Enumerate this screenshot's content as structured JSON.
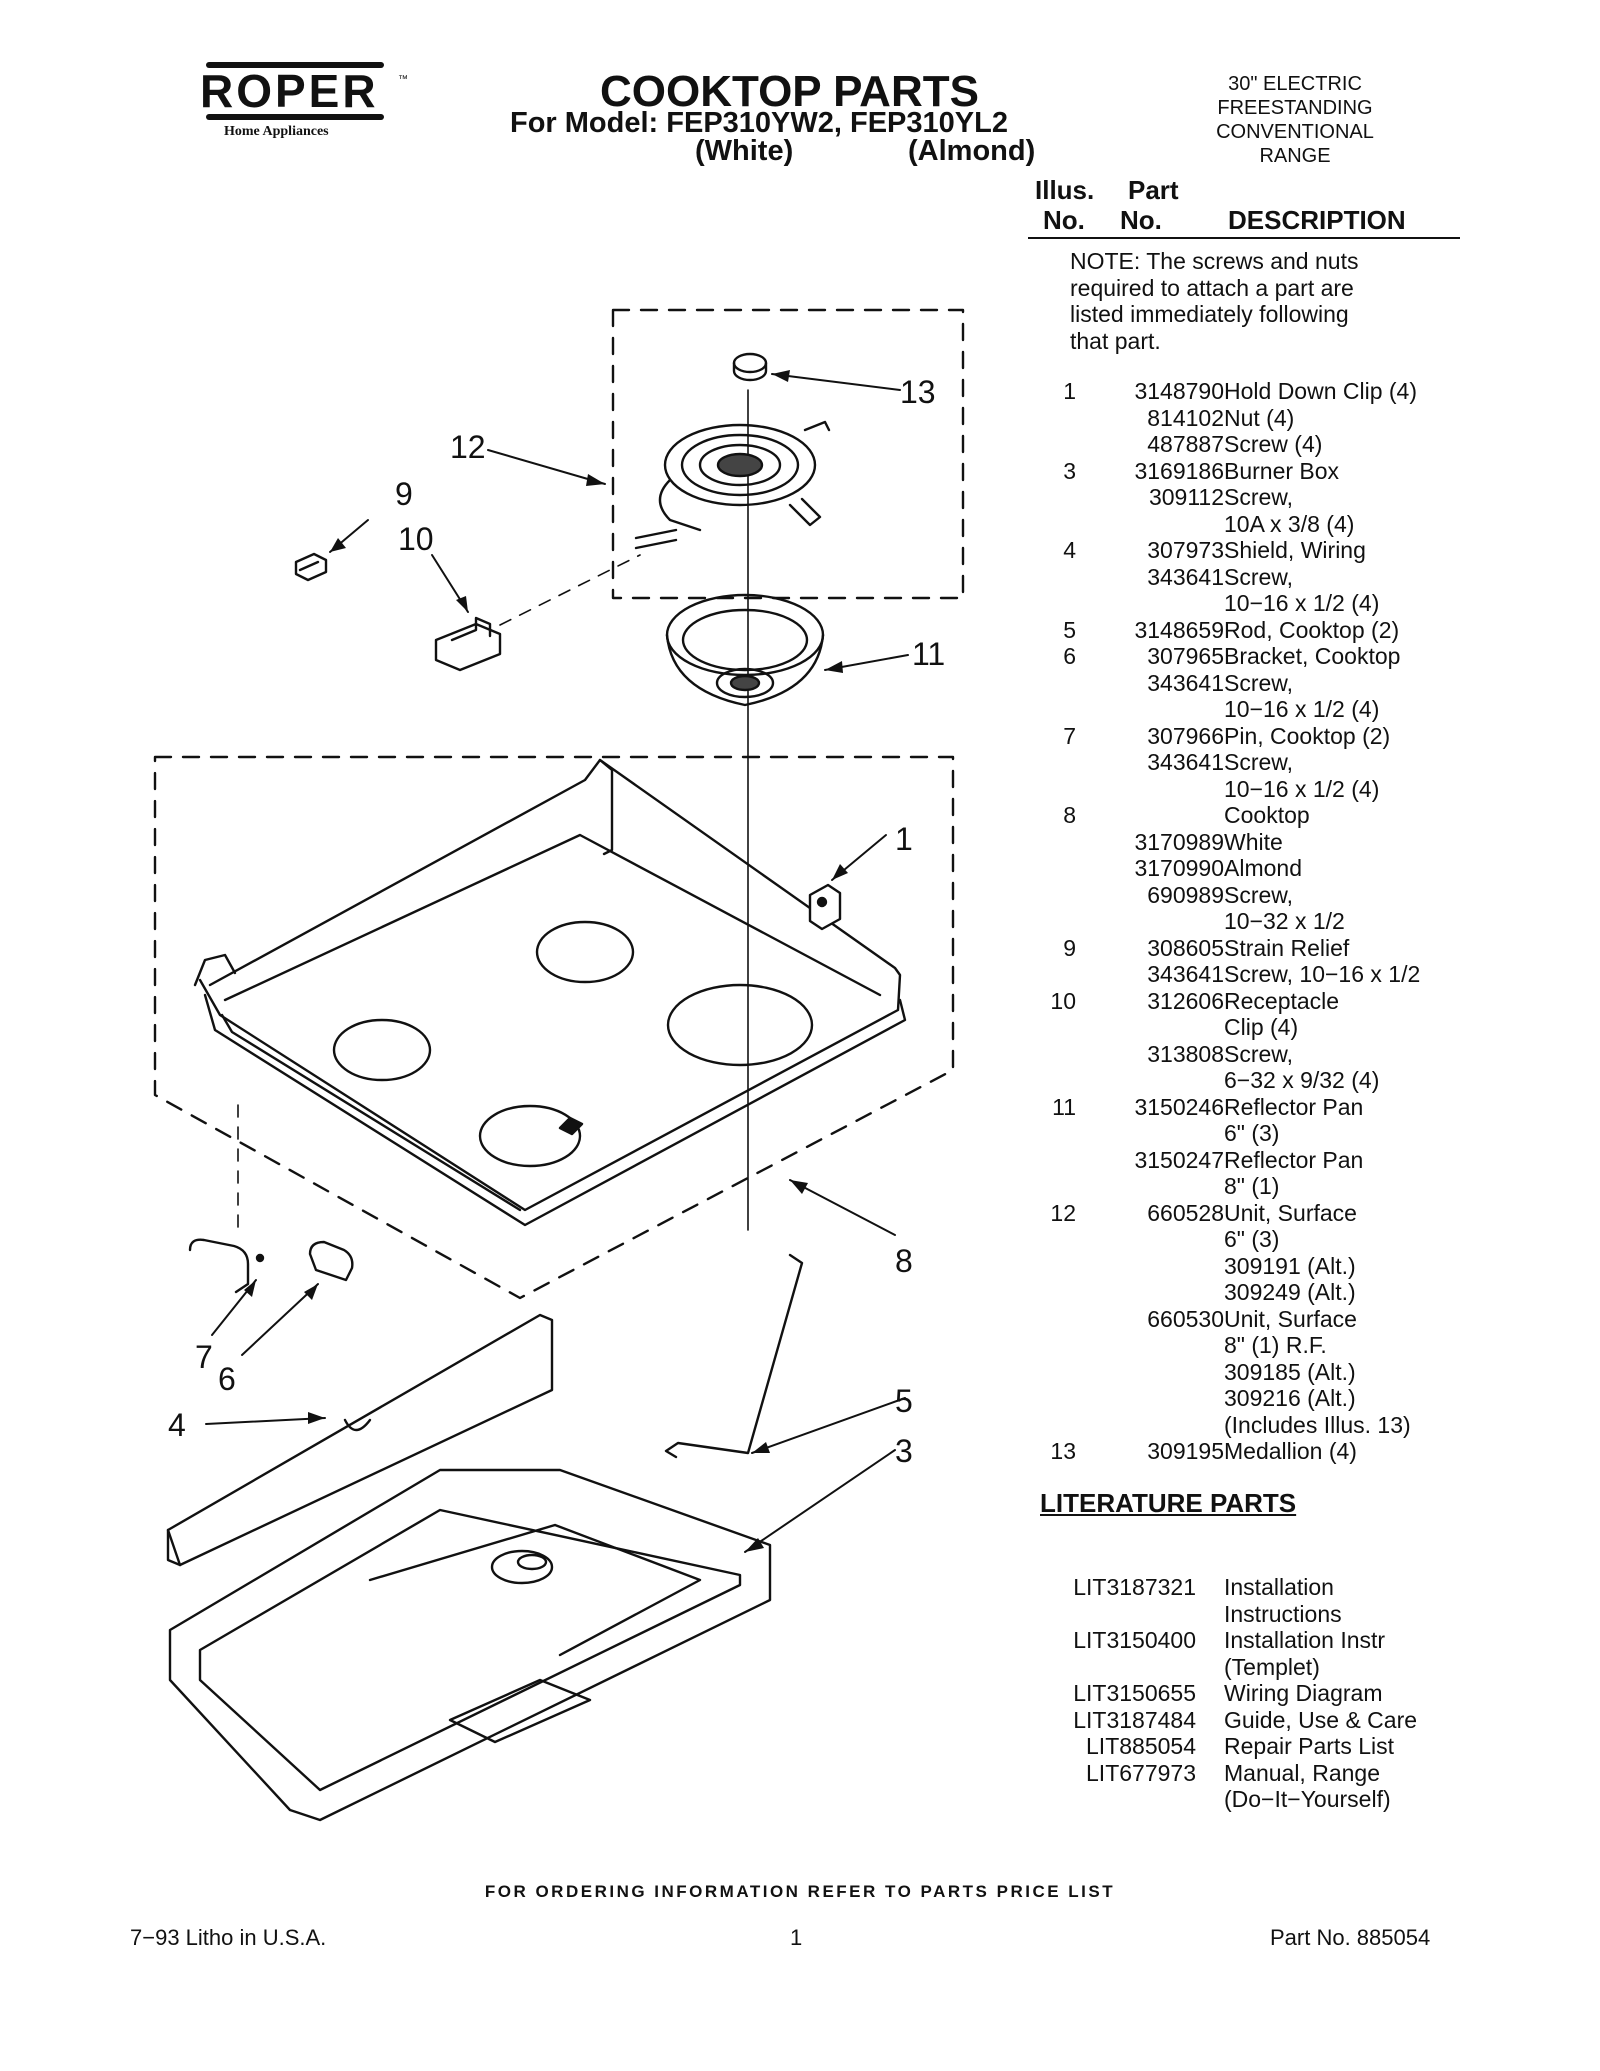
{
  "header": {
    "brand": "ROPER",
    "brand_tm": "™",
    "brand_sub": "Home Appliances",
    "title": "COOKTOP PARTS",
    "model_line": "For Model: FEP310YW2, FEP310YL2",
    "color_white": "(White)",
    "color_almond": "(Almond)",
    "range_type": "30\" ELECTRIC FREESTANDING CONVENTIONAL RANGE"
  },
  "table": {
    "col_illus": "Illus. No.",
    "col_illus_1": "Illus.",
    "col_illus_2": "No.",
    "col_part_1": "Part",
    "col_part_2": "No.",
    "col_desc": "DESCRIPTION",
    "note": "NOTE: The screws and nuts\nrequired to attach a part are\nlisted immediately following\nthat part.",
    "rows": [
      {
        "ill": "1",
        "part": "3148790",
        "desc": "Hold Down Clip (4)"
      },
      {
        "ill": "",
        "part": "814102",
        "desc": "Nut (4)"
      },
      {
        "ill": "",
        "part": "487887",
        "desc": "Screw (4)"
      },
      {
        "ill": "3",
        "part": "3169186",
        "desc": "Burner Box"
      },
      {
        "ill": "",
        "part": "309112",
        "desc": "Screw,"
      },
      {
        "ill": "",
        "part": "",
        "desc": "10A x 3/8 (4)"
      },
      {
        "ill": "4",
        "part": "307973",
        "desc": "Shield, Wiring"
      },
      {
        "ill": "",
        "part": "343641",
        "desc": "Screw,"
      },
      {
        "ill": "",
        "part": "",
        "desc": "10−16 x 1/2 (4)"
      },
      {
        "ill": "5",
        "part": "3148659",
        "desc": "Rod, Cooktop (2)"
      },
      {
        "ill": "6",
        "part": "307965",
        "desc": "Bracket, Cooktop"
      },
      {
        "ill": "",
        "part": "343641",
        "desc": "Screw,"
      },
      {
        "ill": "",
        "part": "",
        "desc": "10−16 x 1/2 (4)"
      },
      {
        "ill": "7",
        "part": "307966",
        "desc": "Pin, Cooktop (2)"
      },
      {
        "ill": "",
        "part": "343641",
        "desc": "Screw,"
      },
      {
        "ill": "",
        "part": "",
        "desc": "10−16 x 1/2 (4)"
      },
      {
        "ill": "8",
        "part": "",
        "desc": "Cooktop"
      },
      {
        "ill": "",
        "part": "3170989",
        "desc": "White"
      },
      {
        "ill": "",
        "part": "3170990",
        "desc": "Almond"
      },
      {
        "ill": "",
        "part": "690989",
        "desc": "Screw,"
      },
      {
        "ill": "",
        "part": "",
        "desc": "10−32 x 1/2"
      },
      {
        "ill": "9",
        "part": "308605",
        "desc": "Strain Relief"
      },
      {
        "ill": "",
        "part": "343641",
        "desc": "Screw, 10−16 x 1/2"
      },
      {
        "ill": "10",
        "part": "312606",
        "desc": "Receptacle"
      },
      {
        "ill": "",
        "part": "",
        "desc": "Clip (4)"
      },
      {
        "ill": "",
        "part": "313808",
        "desc": "Screw,"
      },
      {
        "ill": "",
        "part": "",
        "desc": "6−32 x 9/32 (4)"
      },
      {
        "ill": "11",
        "part": "3150246",
        "desc": "Reflector Pan"
      },
      {
        "ill": "",
        "part": "",
        "desc": "6\" (3)"
      },
      {
        "ill": "",
        "part": "3150247",
        "desc": "Reflector Pan"
      },
      {
        "ill": "",
        "part": "",
        "desc": "8\" (1)"
      },
      {
        "ill": "12",
        "part": "660528",
        "desc": "Unit, Surface"
      },
      {
        "ill": "",
        "part": "",
        "desc": "6\" (3)"
      },
      {
        "ill": "",
        "part": "",
        "desc": "309191 (Alt.)"
      },
      {
        "ill": "",
        "part": "",
        "desc": "309249 (Alt.)"
      },
      {
        "ill": "",
        "part": "660530",
        "desc": "Unit, Surface"
      },
      {
        "ill": "",
        "part": "",
        "desc": "8\" (1) R.F."
      },
      {
        "ill": "",
        "part": "",
        "desc": "309185 (Alt.)"
      },
      {
        "ill": "",
        "part": "",
        "desc": "309216 (Alt.)"
      },
      {
        "ill": "",
        "part": "",
        "desc": "(Includes Illus. 13)"
      },
      {
        "ill": "13",
        "part": "309195",
        "desc": "Medallion (4)"
      }
    ]
  },
  "literature": {
    "title": "LITERATURE PARTS",
    "rows": [
      {
        "part": "LIT3187321",
        "desc": "Installation"
      },
      {
        "part": "",
        "desc": "Instructions"
      },
      {
        "part": "LIT3150400",
        "desc": "Installation Instr"
      },
      {
        "part": "",
        "desc": "(Templet)"
      },
      {
        "part": "LIT3150655",
        "desc": "Wiring Diagram"
      },
      {
        "part": "LIT3187484",
        "desc": "Guide, Use & Care"
      },
      {
        "part": "LIT885054",
        "desc": "Repair Parts List"
      },
      {
        "part": "LIT677973",
        "desc": "Manual, Range"
      },
      {
        "part": "",
        "desc": "(Do−It−Yourself)"
      }
    ]
  },
  "callouts": [
    "13",
    "12",
    "9",
    "10",
    "11",
    "1",
    "8",
    "7",
    "6",
    "4",
    "5",
    "3"
  ],
  "footer": {
    "order_info": "FOR ORDERING INFORMATION REFER TO PARTS PRICE LIST",
    "litho": "7−93 Litho in U.S.A.",
    "page": "1",
    "part_no": "Part No.  885054"
  }
}
